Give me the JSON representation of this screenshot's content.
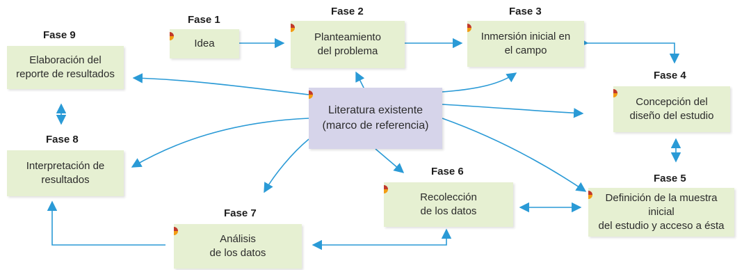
{
  "phases": {
    "f1": {
      "label": "Fase 1",
      "title": "Idea"
    },
    "f2": {
      "label": "Fase 2",
      "title": "Planteamiento\ndel problema"
    },
    "f3": {
      "label": "Fase 3",
      "title": "Inmersión inicial en\nel campo"
    },
    "f4": {
      "label": "Fase 4",
      "title": "Concepción del\ndiseño del estudio"
    },
    "f5": {
      "label": "Fase 5",
      "title": "Definición de la muestra inicial\ndel estudio y acceso a ésta"
    },
    "f6": {
      "label": "Fase 6",
      "title": "Recolección\nde los datos"
    },
    "f7": {
      "label": "Fase 7",
      "title": "Análisis\nde los datos"
    },
    "f8": {
      "label": "Fase 8",
      "title": "Interpretación de\nresultados"
    },
    "f9": {
      "label": "Fase 9",
      "title": "Elaboración del\nreporte de resultados"
    }
  },
  "center": {
    "title": "Literatura existente\n(marco de referencia)"
  },
  "colors": {
    "arrow": "#2a9ad6",
    "box": "#e6f0d2",
    "center_box": "#d6d4ea",
    "corner_red": "#c0392b",
    "corner_orange": "#f39c12"
  }
}
